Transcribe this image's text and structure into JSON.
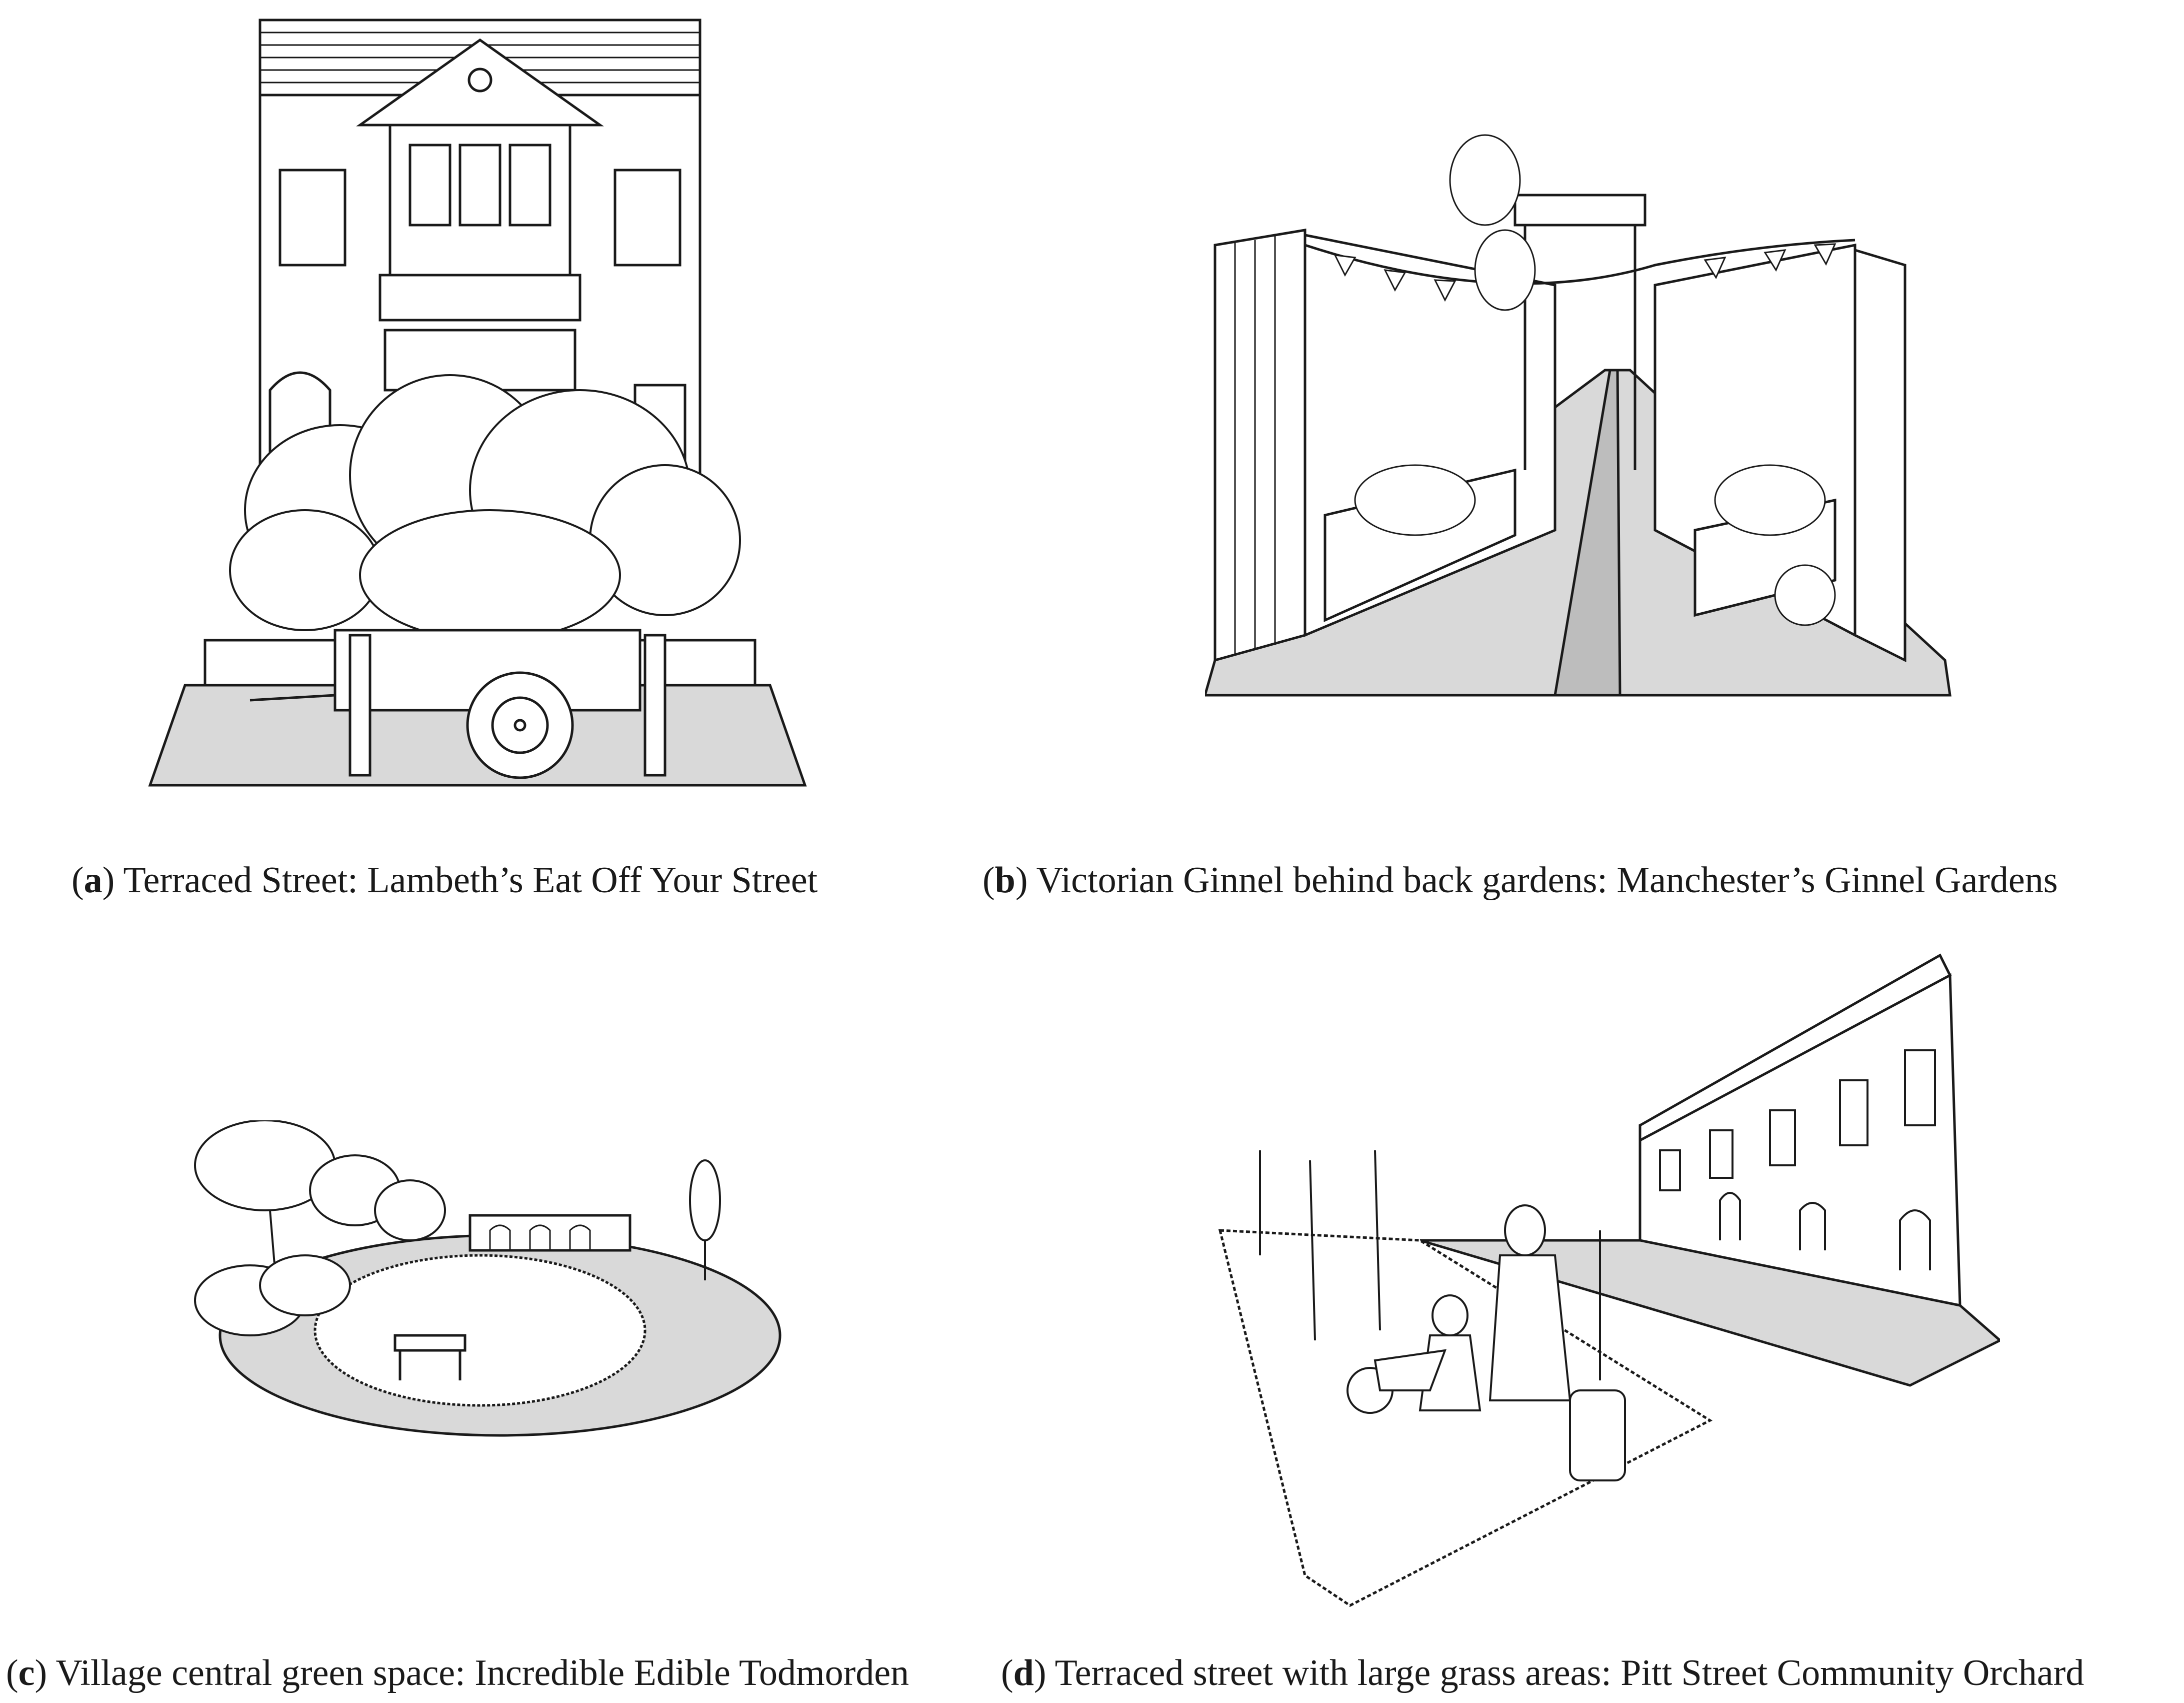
{
  "panels": [
    {
      "letter": "a",
      "caption": "Terraced Street: Lambeth’s Eat Off Your Street"
    },
    {
      "letter": "b",
      "caption": "Victorian Ginnel behind back gardens: Manchester’s Ginnel Gardens"
    },
    {
      "letter": "c",
      "caption": "Village central green space: Incredible Edible Todmorden"
    },
    {
      "letter": "d",
      "caption": "Terraced street with large grass areas: Pitt Street Community Orchard"
    }
  ],
  "colors": {
    "line": "#1a1a1a",
    "ground_fill": "#d9d9d9",
    "paper": "#ffffff"
  }
}
